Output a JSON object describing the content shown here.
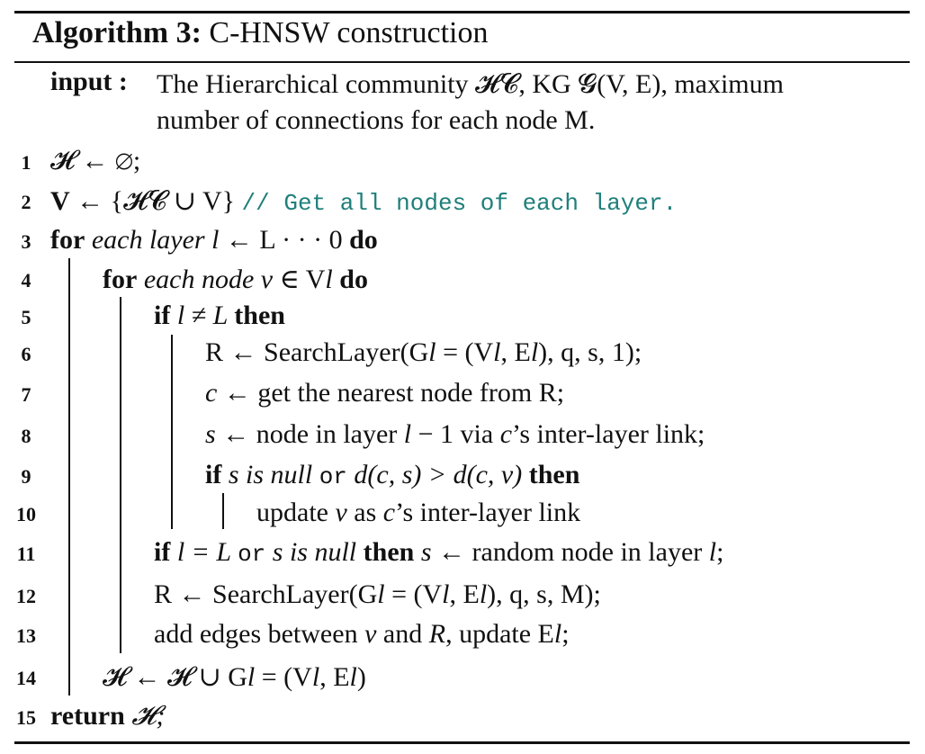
{
  "algorithm": {
    "label": "Algorithm 3:",
    "title": "C-HNSW construction"
  },
  "input": {
    "label": "input",
    "colon": ":",
    "line1": "The Hierarchical community 𝓗𝓒, KG 𝓖(V, E), maximum",
    "line2": "number of connections for each node M."
  },
  "lines": [
    {
      "num": "1",
      "parts": [
        {
          "t": "𝓗 ← ∅;",
          "s": ""
        }
      ]
    },
    {
      "num": "2",
      "parts": [
        {
          "t": "V",
          "s": "k"
        },
        {
          "t": " ← {𝓗𝓒 ∪ V} ",
          "s": ""
        },
        {
          "t": "// Get all nodes of each layer.",
          "s": "cm"
        }
      ]
    },
    {
      "num": "3",
      "parts": [
        {
          "t": "for",
          "s": "k"
        },
        {
          "t": " each layer l ",
          "s": "i"
        },
        {
          "t": "← L · · · 0 ",
          "s": ""
        },
        {
          "t": "do",
          "s": "k"
        }
      ]
    },
    {
      "num": "4",
      "parts": [
        {
          "t": "for",
          "s": "k"
        },
        {
          "t": " each node v ",
          "s": "i"
        },
        {
          "t": "∈ V",
          "s": ""
        },
        {
          "t": "l",
          "s": "i"
        },
        {
          "t": " do",
          "s": "k"
        }
      ]
    },
    {
      "num": "5",
      "parts": [
        {
          "t": "if",
          "s": "k"
        },
        {
          "t": " l ≠ L ",
          "s": "i"
        },
        {
          "t": "then",
          "s": "k"
        }
      ]
    },
    {
      "num": "6",
      "parts": [
        {
          "t": "R ← SearchLayer(G",
          "s": ""
        },
        {
          "t": "l",
          "s": "i"
        },
        {
          "t": " = (V",
          "s": ""
        },
        {
          "t": "l",
          "s": "i"
        },
        {
          "t": ", E",
          "s": ""
        },
        {
          "t": "l",
          "s": "i"
        },
        {
          "t": "), q, s, 1);",
          "s": ""
        }
      ]
    },
    {
      "num": "7",
      "parts": [
        {
          "t": "c",
          "s": "i"
        },
        {
          "t": " ← get the nearest node from R;",
          "s": ""
        }
      ]
    },
    {
      "num": "8",
      "parts": [
        {
          "t": "s",
          "s": "i"
        },
        {
          "t": " ← node in layer ",
          "s": ""
        },
        {
          "t": "l",
          "s": "i"
        },
        {
          "t": " − 1 via ",
          "s": ""
        },
        {
          "t": "c",
          "s": "i"
        },
        {
          "t": "’s inter-layer link;",
          "s": ""
        }
      ]
    },
    {
      "num": "9",
      "parts": [
        {
          "t": "if",
          "s": "k"
        },
        {
          "t": " s is null ",
          "s": "i"
        },
        {
          "t": "or",
          "s": "tt"
        },
        {
          "t": " d(c, s) > d(c, v) ",
          "s": "i"
        },
        {
          "t": "then",
          "s": "k"
        }
      ]
    },
    {
      "num": "10",
      "parts": [
        {
          "t": "update ",
          "s": ""
        },
        {
          "t": "v",
          "s": "i"
        },
        {
          "t": " as ",
          "s": ""
        },
        {
          "t": "c",
          "s": "i"
        },
        {
          "t": "’s inter-layer link",
          "s": ""
        }
      ]
    },
    {
      "num": "11",
      "parts": [
        {
          "t": "if",
          "s": "k"
        },
        {
          "t": " l = L ",
          "s": "i"
        },
        {
          "t": "or",
          "s": "tt"
        },
        {
          "t": " s is null ",
          "s": "i"
        },
        {
          "t": "then",
          "s": "k"
        },
        {
          "t": " s ",
          "s": "i"
        },
        {
          "t": "← random node in layer ",
          "s": ""
        },
        {
          "t": "l",
          "s": "i"
        },
        {
          "t": ";",
          "s": ""
        }
      ]
    },
    {
      "num": "12",
      "parts": [
        {
          "t": "R ← SearchLayer(G",
          "s": ""
        },
        {
          "t": "l",
          "s": "i"
        },
        {
          "t": " = (V",
          "s": ""
        },
        {
          "t": "l",
          "s": "i"
        },
        {
          "t": ", E",
          "s": ""
        },
        {
          "t": "l",
          "s": "i"
        },
        {
          "t": "), q, s, M);",
          "s": ""
        }
      ]
    },
    {
      "num": "13",
      "parts": [
        {
          "t": "add edges between ",
          "s": ""
        },
        {
          "t": "v",
          "s": "i"
        },
        {
          "t": " and ",
          "s": ""
        },
        {
          "t": "R",
          "s": "i"
        },
        {
          "t": ", update E",
          "s": ""
        },
        {
          "t": "l",
          "s": "i"
        },
        {
          "t": ";",
          "s": ""
        }
      ]
    },
    {
      "num": "14",
      "parts": [
        {
          "t": "𝓗 ← 𝓗 ∪ G",
          "s": ""
        },
        {
          "t": "l",
          "s": "i"
        },
        {
          "t": " = (V",
          "s": ""
        },
        {
          "t": "l",
          "s": "i"
        },
        {
          "t": ", E",
          "s": ""
        },
        {
          "t": "l",
          "s": "i"
        },
        {
          "t": ")",
          "s": ""
        }
      ]
    },
    {
      "num": "15",
      "parts": [
        {
          "t": "return",
          "s": "k"
        },
        {
          "t": " 𝓗;",
          "s": "i"
        }
      ]
    }
  ]
}
